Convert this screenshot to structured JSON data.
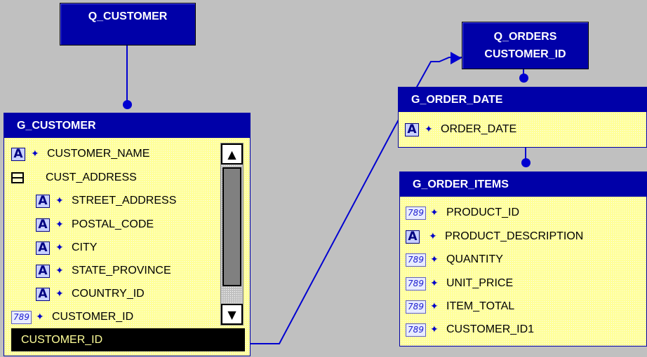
{
  "queries": {
    "q_customer": {
      "title": "Q_CUSTOMER"
    },
    "q_orders": {
      "title": "Q_ORDERS",
      "subtitle": "CUSTOMER_ID"
    }
  },
  "groups": {
    "g_customer": {
      "title": "G_CUSTOMER",
      "items": [
        {
          "icon": "char-type-icon",
          "glyph": "A",
          "label": "CUSTOMER_NAME"
        },
        {
          "icon": "repeating-frame-icon",
          "label": "CUST_ADDRESS"
        },
        {
          "icon": "char-type-icon",
          "glyph": "A",
          "label": "STREET_ADDRESS"
        },
        {
          "icon": "char-type-icon",
          "glyph": "A",
          "label": "POSTAL_CODE"
        },
        {
          "icon": "char-type-icon",
          "glyph": "A",
          "label": "CITY"
        },
        {
          "icon": "char-type-icon",
          "glyph": "A",
          "label": "STATE_PROVINCE"
        },
        {
          "icon": "char-type-icon",
          "glyph": "A",
          "label": "COUNTRY_ID"
        },
        {
          "icon": "number-type-icon",
          "glyph": "789",
          "label": "CUSTOMER_ID"
        }
      ],
      "break_column": "CUSTOMER_ID",
      "scroll_up_glyph": "▲",
      "scroll_down_glyph": "▼"
    },
    "g_order_date": {
      "title": "G_ORDER_DATE",
      "items": [
        {
          "icon": "char-type-icon",
          "glyph": "A",
          "label": "ORDER_DATE"
        }
      ]
    },
    "g_order_items": {
      "title": "G_ORDER_ITEMS",
      "items": [
        {
          "icon": "number-type-icon",
          "glyph": "789",
          "label": "PRODUCT_ID"
        },
        {
          "icon": "char-type-icon",
          "glyph": "A",
          "label": "PRODUCT_DESCRIPTION"
        },
        {
          "icon": "number-type-icon",
          "glyph": "789",
          "label": "QUANTITY"
        },
        {
          "icon": "number-type-icon",
          "glyph": "789",
          "label": "UNIT_PRICE"
        },
        {
          "icon": "number-type-icon",
          "glyph": "789",
          "label": "ITEM_TOTAL"
        },
        {
          "icon": "number-type-icon",
          "glyph": "789",
          "label": "CUSTOMER_ID1"
        }
      ]
    }
  },
  "arrow_glyph": "✦",
  "colors": {
    "header_blue": "#0000a8",
    "group_body": "#ffff99",
    "canvas": "#c0c0c0",
    "link_line": "#0000d0"
  }
}
